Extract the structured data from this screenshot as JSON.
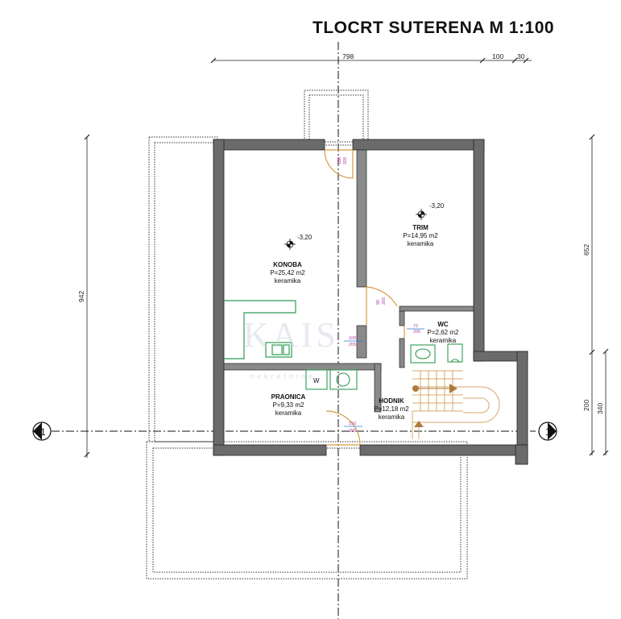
{
  "title": "TLOCRT SUTERENA   M  1:100",
  "dimensions": {
    "top_main": "798",
    "top_mid": "100",
    "top_right": "30",
    "left": "942",
    "right_upper": "652",
    "right_lower_a": "200",
    "right_lower_b": "340"
  },
  "axis_marker": "1",
  "rooms": [
    {
      "name": "KONOBA",
      "area": "P=25,42 m2",
      "finish": "keramika",
      "level": "-3,20"
    },
    {
      "name": "TRIM",
      "area": "P=14,95 m2",
      "finish": "keramika",
      "level": "-3,20"
    },
    {
      "name": "WC",
      "area": "P=2,62 m2",
      "finish": "keramika"
    },
    {
      "name": "PRAONICA",
      "area": "P=9,33 m2",
      "finish": "keramika"
    },
    {
      "name": "HODNIK",
      "area": "P=12,18 m2",
      "finish": "keramika"
    }
  ],
  "doors": [
    {
      "width": "100",
      "height": "205"
    },
    {
      "width": "90",
      "height": "205"
    },
    {
      "width": "72",
      "height": "205"
    },
    {
      "width": "100",
      "height": "205"
    },
    {
      "width": "150",
      "height": "205"
    }
  ],
  "washer_label": "W",
  "watermark": {
    "main": "KAIS",
    "sub": "nekretnine"
  },
  "colors": {
    "wall": "#6b6b6b",
    "fixture": "#2f9b54",
    "stair": "#d9a86a",
    "door": "#d79a43",
    "door_label": "#b03aa6"
  }
}
